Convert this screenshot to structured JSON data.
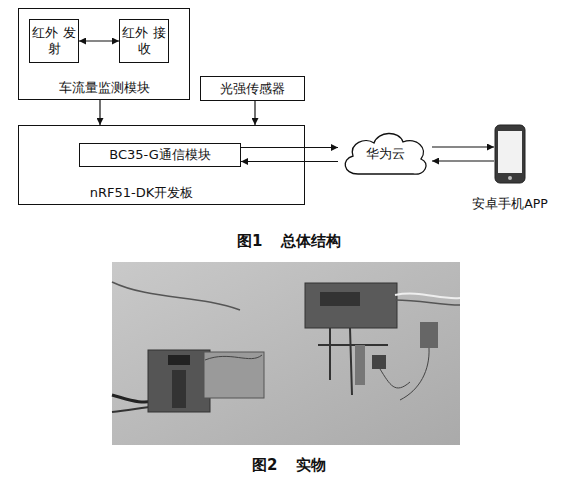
{
  "diagram": {
    "nodes": [
      {
        "text": [
          "车流量监测模块"
        ]
      },
      {
        "text": [
          "红外 发射"
        ],
        "in": 0
      },
      {
        "text": [
          "红外 接收"
        ],
        "in": 0
      },
      {
        "text": [
          "光强传感器"
        ]
      },
      {
        "text": [
          "nRF51-DK开发板"
        ]
      },
      {
        "text": [
          "BC35-G通信模块"
        ],
        "in": 4
      },
      {
        "text": [
          "华为云"
        ]
      },
      {
        "text": [
          "安卓手机APP"
        ]
      }
    ],
    "edges": [
      {
        "from": 1,
        "to": 2,
        "arrow": "both"
      },
      {
        "from": 0,
        "to": 4,
        "arrow": "to"
      },
      {
        "from": 3,
        "to": 4,
        "arrow": "to"
      },
      {
        "from": 5,
        "to": 6,
        "arrow": "to"
      },
      {
        "from": 6,
        "to": 5,
        "arrow": "to"
      },
      {
        "from": 6,
        "to": 7,
        "arrow": "to"
      },
      {
        "from": 7,
        "to": 6,
        "arrow": "to"
      }
    ],
    "labels": [
      "图1 总体结构",
      "图2 实物"
    ]
  }
}
